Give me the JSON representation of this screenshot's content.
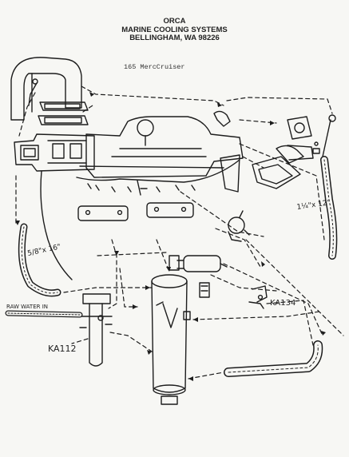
{
  "header": {
    "company": "ORCA",
    "division": "MARINE COOLING SYSTEMS",
    "location": "BELLINGHAM, WA  98226"
  },
  "subtitle": "165 MercCruiser",
  "labels": {
    "hose_small": "5/8\"x 16\"",
    "hose_large": "1¼\"x 12\"",
    "raw_water_in": "RAW WATER IN",
    "part_ka134": "KA134",
    "part_ka112": "KA112"
  }
}
